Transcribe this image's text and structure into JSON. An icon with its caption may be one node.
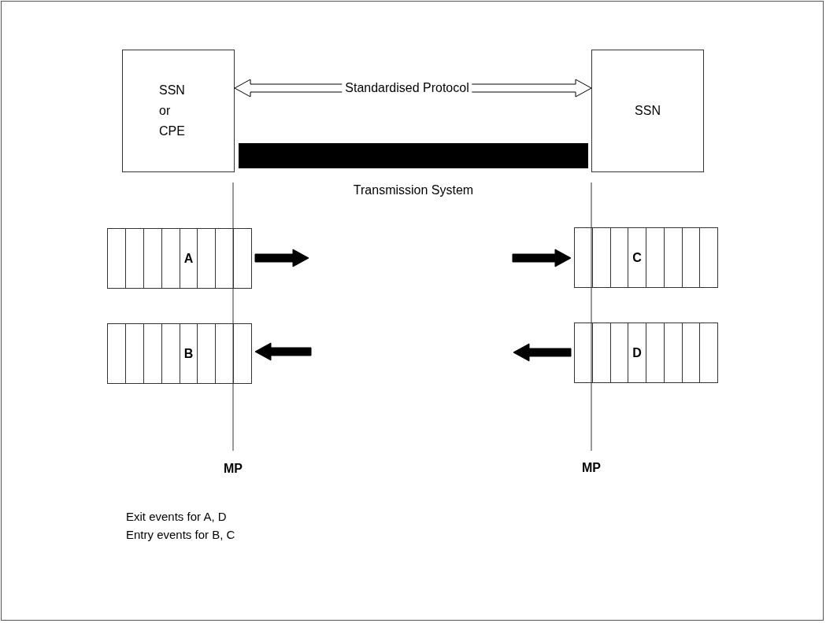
{
  "diagram": {
    "nodes": [
      {
        "text": [
          "SSN or CPE"
        ]
      },
      {
        "text": [
          "SSN"
        ]
      },
      {
        "text": [],
        "shape": "bar",
        "beside": [
          "Transmission System"
        ]
      },
      {
        "text": [
          "A"
        ]
      },
      {
        "text": [
          "B"
        ]
      },
      {
        "text": [
          "C"
        ]
      },
      {
        "text": [
          "D"
        ]
      }
    ],
    "edges": [
      {
        "from": 0,
        "to": 1,
        "arrow": "both",
        "label": "Standardised Protocol"
      },
      {
        "from": 3,
        "to": null,
        "arrow": "to"
      },
      {
        "from": null,
        "to": 5,
        "arrow": "to"
      },
      {
        "from": null,
        "to": 4,
        "arrow": "to"
      },
      {
        "from": 6,
        "to": null,
        "arrow": "to"
      }
    ],
    "labels": [
      "MP",
      "MP",
      "Exit events for A, D",
      "Entry events for B, C"
    ]
  }
}
